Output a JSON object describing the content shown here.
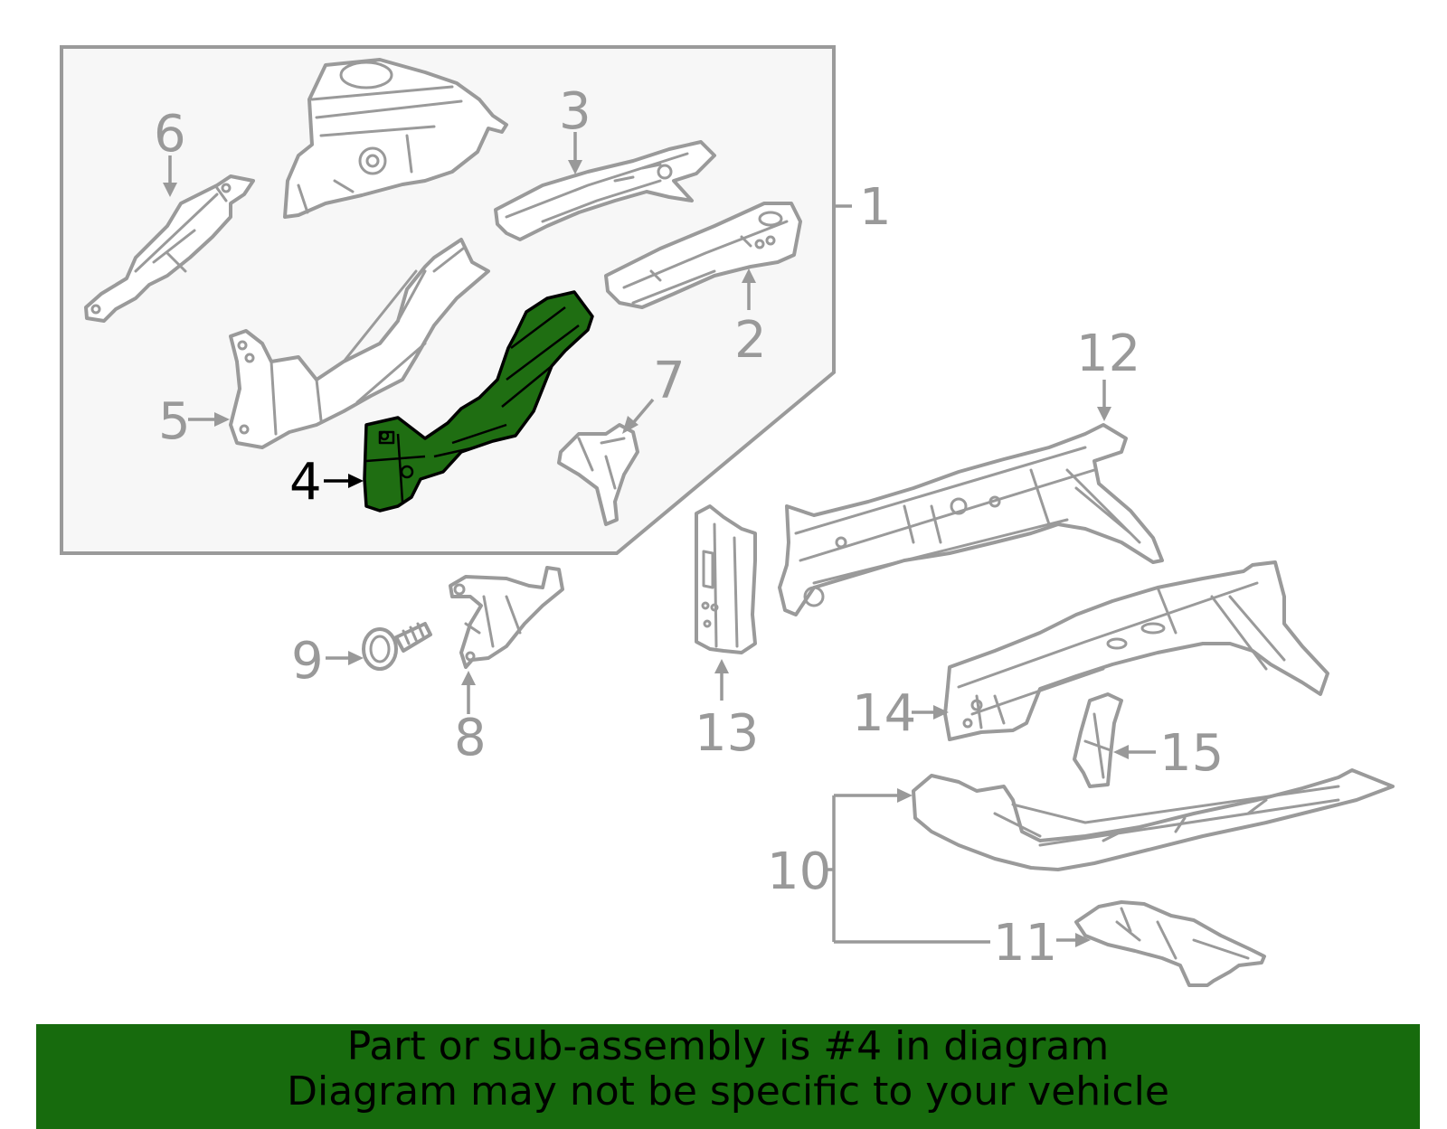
{
  "callouts": {
    "c1": "1",
    "c2": "2",
    "c3": "3",
    "c4": "4",
    "c5": "5",
    "c6": "6",
    "c7": "7",
    "c8": "8",
    "c9": "9",
    "c10": "10",
    "c11": "11",
    "c12": "12",
    "c13": "13",
    "c14": "14",
    "c15": "15"
  },
  "highlighted_part": "4",
  "colors": {
    "highlight_fill": "#1f6e12",
    "banner_background": "#176b0d",
    "callout_gray": "#999999",
    "outline_gray": "#9a9a9a"
  },
  "banner": {
    "line1": "Part or sub-assembly is #4 in diagram",
    "line2": "Diagram may not be specific to your vehicle"
  }
}
